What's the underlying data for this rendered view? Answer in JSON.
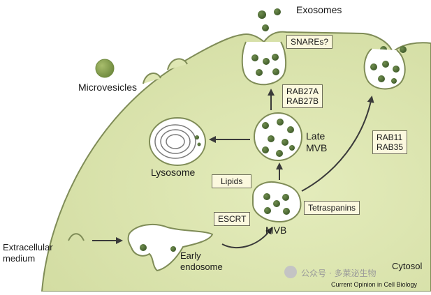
{
  "labels": {
    "exosomes": "Exosomes",
    "microvesicles": "Microvesicles",
    "lysosome": "Lysosome",
    "late_mvb_line1": "Late",
    "late_mvb_line2": "MVB",
    "mvb": "MVB",
    "early_endosome_line1": "Early",
    "early_endosome_line2": "endosome",
    "extracellular_line1": "Extracellular",
    "extracellular_line2": "medium",
    "cytosol": "Cytosol"
  },
  "boxes": {
    "snares": "SNAREs?",
    "rab27": [
      "RAB27A",
      "RAB27B"
    ],
    "rab11": [
      "RAB11",
      "RAB35"
    ],
    "lipids": "Lipids",
    "escrt": "ESCRT",
    "tetraspanins": "Tetraspanins"
  },
  "credit": "Current Opinion in Cell Biology",
  "watermark": "公众号 · 多莱泌生物",
  "colors": {
    "cytosol_fill": "#dfe7b4",
    "membrane": "#7f8c57",
    "vesicle_dot": "#4f6b35",
    "label_box": "#fbf8de"
  }
}
